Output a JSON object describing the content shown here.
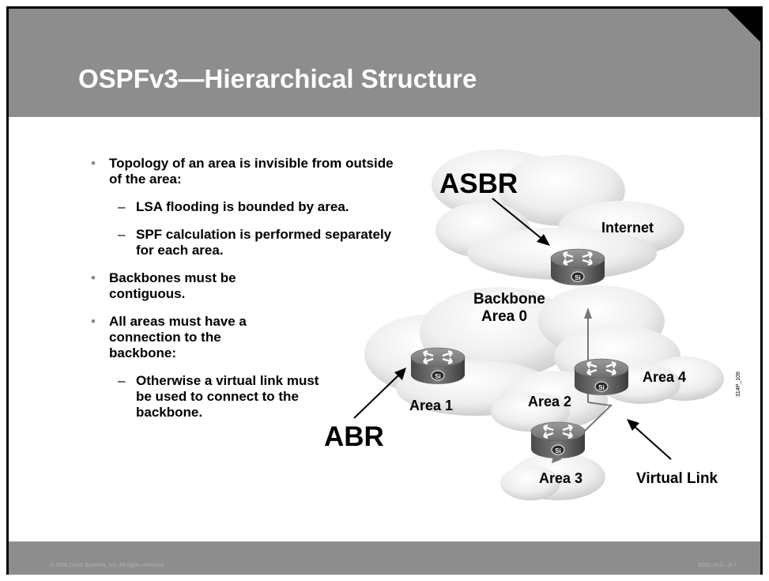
{
  "slide": {
    "title": "OSPFv3—Hierarchical Structure",
    "footer_left": "© 2006 Cisco Systems, Inc. All rights reserved.",
    "footer_right": "BSCI v3.0—8-7"
  },
  "bullets": [
    "Topology of an area is invisible from outside of the area:",
    "LSA flooding is bounded by area.",
    "SPF calculation is performed separately for each area.",
    "Backbones must be contiguous.",
    "All areas must have a connection to the backbone:",
    "Otherwise a virtual link must be used to connect to the backbone."
  ],
  "diagram": {
    "asbr": "ASBR",
    "abr": "ABR",
    "internet": "Internet",
    "backbone_line1": "Backbone",
    "backbone_line2": "Area 0",
    "area1": "Area 1",
    "area2": "Area 2",
    "area3": "Area 3",
    "area4": "Area 4",
    "virtual_link": "Virtual Link",
    "router_badge": "Si",
    "figure_id": "314P_109"
  }
}
